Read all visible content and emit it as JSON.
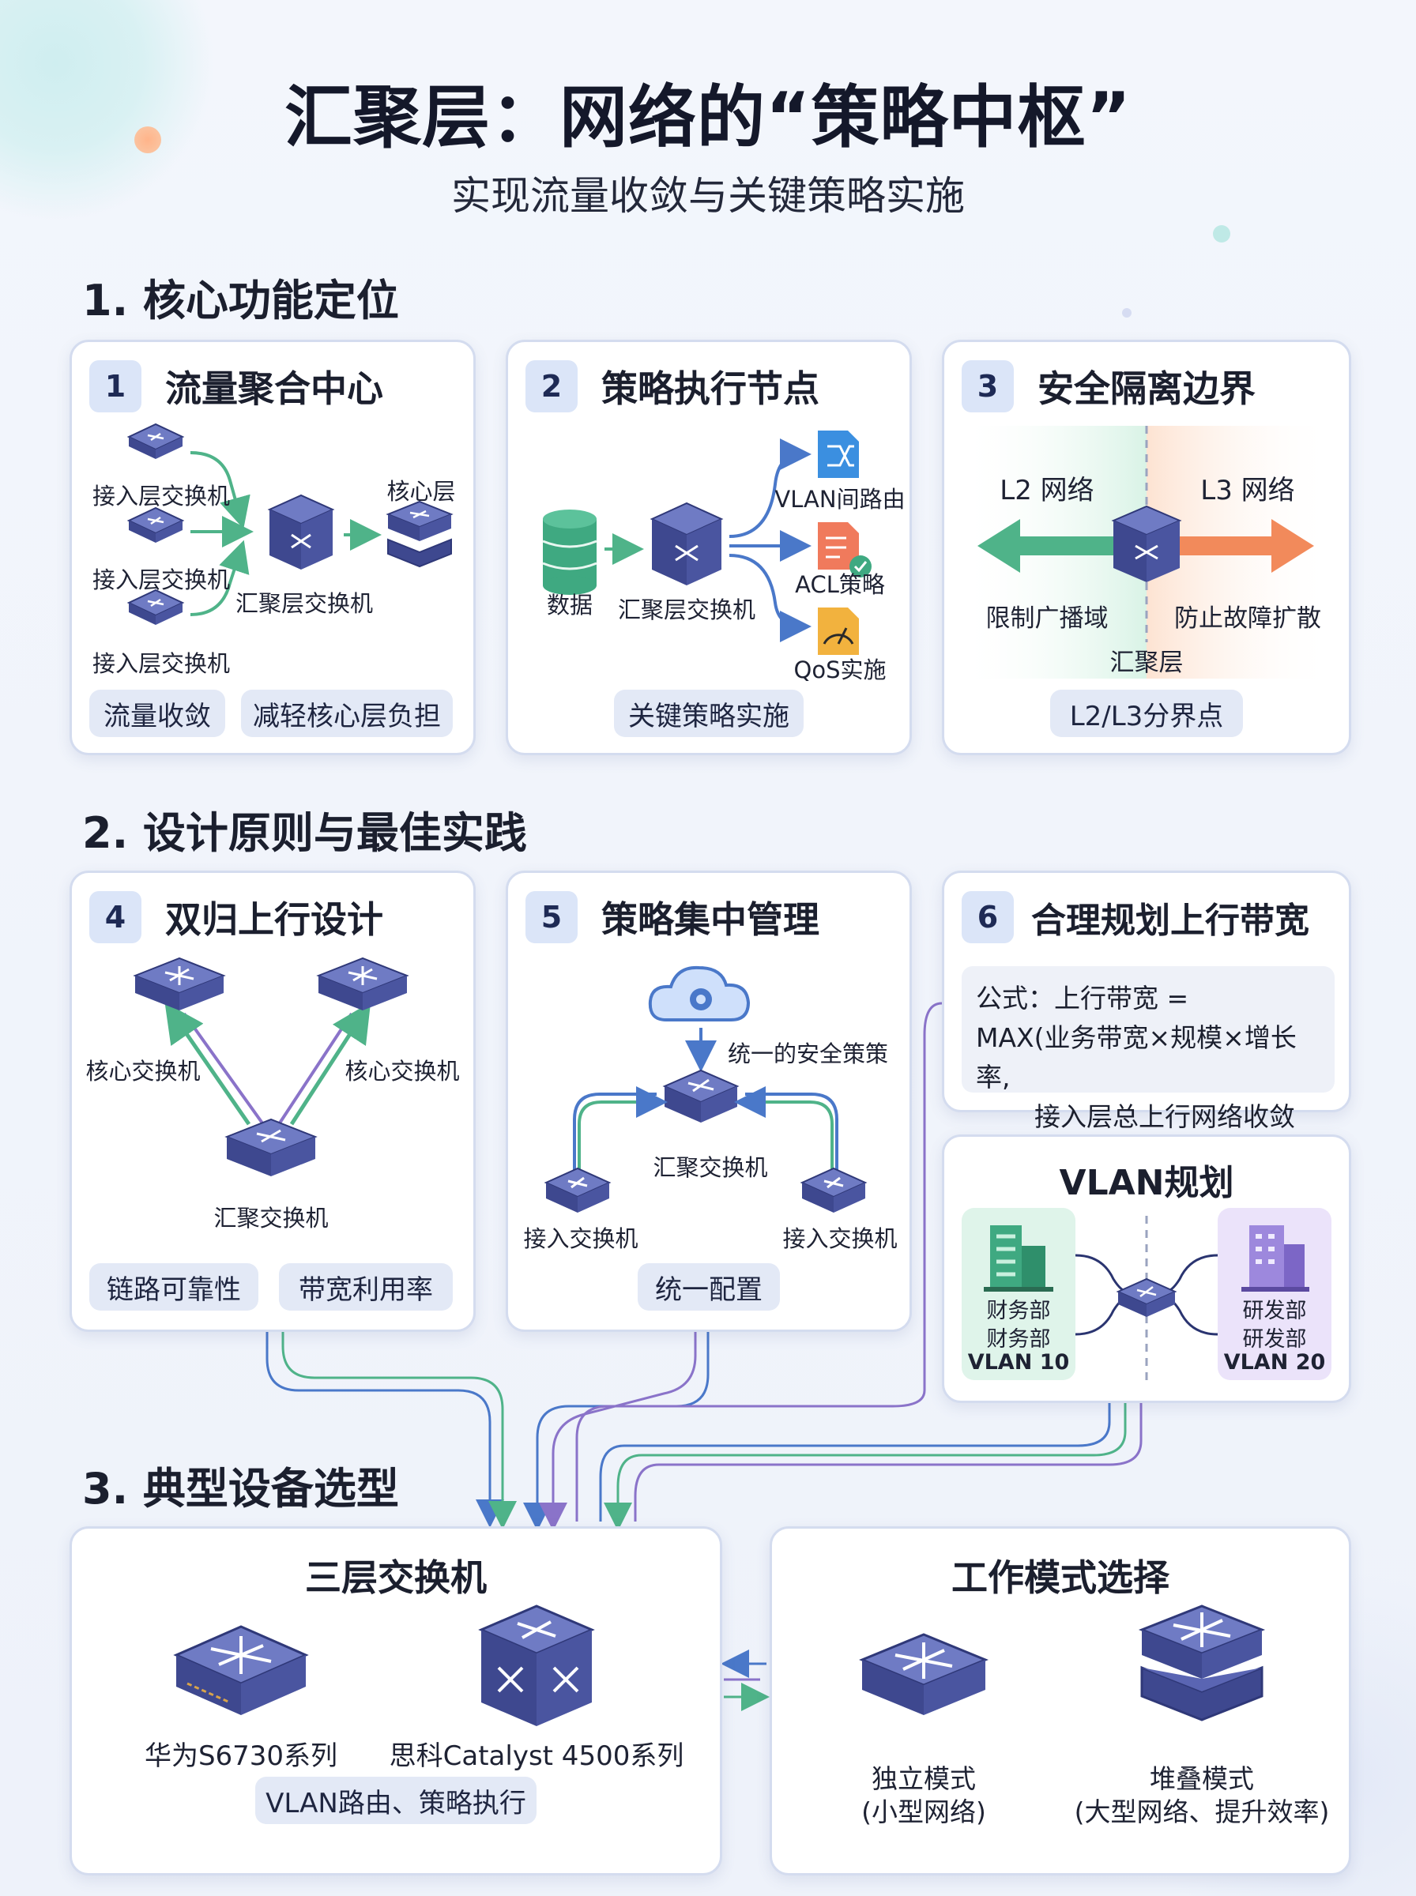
{
  "header": {
    "title": "汇聚层：网络的“策略中枢”",
    "subtitle": "实现流量收敛与关键策略实施"
  },
  "section1": {
    "title": "1. 核心功能定位",
    "cards": [
      {
        "num": "1",
        "title": "流量聚合中心",
        "access_labels": [
          "接入层交换机",
          "接入层交换机",
          "接入层交换机"
        ],
        "core_label": "核心层",
        "agg_label": "汇聚层交换机",
        "chips": [
          "流量收敛",
          "减轻核心层负担"
        ]
      },
      {
        "num": "2",
        "title": "策略执行节点",
        "data_label": "数据",
        "agg_label": "汇聚层交换机",
        "policies": [
          "VLAN间路由",
          "ACL策略",
          "QoS实施"
        ],
        "chips": [
          "关键策略实施"
        ]
      },
      {
        "num": "3",
        "title": "安全隔离边界",
        "left_zone": "L2 网络",
        "right_zone": "L3 网络",
        "left_note": "限制广播域",
        "right_note": "防止故障扩散",
        "center_label": "汇聚层",
        "chips": [
          "L2/L3分界点"
        ]
      }
    ]
  },
  "section2": {
    "title": "2. 设计原则与最佳实践",
    "cards": [
      {
        "num": "4",
        "title": "双归上行设计",
        "core_labels": [
          "核心交换机",
          "核心交换机"
        ],
        "agg_label": "汇聚交换机",
        "chips": [
          "链路可靠性",
          "带宽利用率"
        ]
      },
      {
        "num": "5",
        "title": "策略集中管理",
        "policy_label": "统一的安全策策",
        "agg_label": "汇聚交换机",
        "access_labels": [
          "接入交换机",
          "接入交换机"
        ],
        "chips": [
          "统一配置"
        ]
      },
      {
        "num": "6",
        "title": "合理规划上行带宽",
        "formula_lines": [
          "公式：上行带宽 =",
          "MAX(业务带宽×规模×增长率,",
          "接入层总上行网络收敛比)"
        ]
      }
    ],
    "vlan": {
      "title": "VLAN规划",
      "left_dept": [
        "财务部",
        "财务部",
        "VLAN 10"
      ],
      "right_dept": [
        "研发部",
        "研发部",
        "VLAN 20"
      ]
    }
  },
  "section3": {
    "title": "3. 典型设备选型",
    "switch_card": {
      "title": "三层交换机",
      "devices": [
        "华为S6730系列",
        "思科Catalyst 4500系列"
      ],
      "chip": "VLAN路由、策略执行"
    },
    "mode_card": {
      "title": "工作模式选择",
      "modes": [
        {
          "name": "独立模式",
          "note": "(小型网络)"
        },
        {
          "name": "堆叠模式",
          "note": "(大型网络、提升效率)"
        }
      ]
    }
  },
  "colors": {
    "switch_top": "#6f7bc4",
    "switch_side": "#3e488f",
    "arrow_green": "#4fb389",
    "arrow_blue": "#4a78c9",
    "arrow_purple": "#8a73c9",
    "left_zone_green": "#d9f3e6",
    "right_zone_orange": "#fde3d2"
  },
  "icons": [
    "switch-icon",
    "database-icon",
    "routing-icon",
    "acl-icon",
    "qos-gauge-icon",
    "cloud-gear-icon",
    "building-icon"
  ]
}
